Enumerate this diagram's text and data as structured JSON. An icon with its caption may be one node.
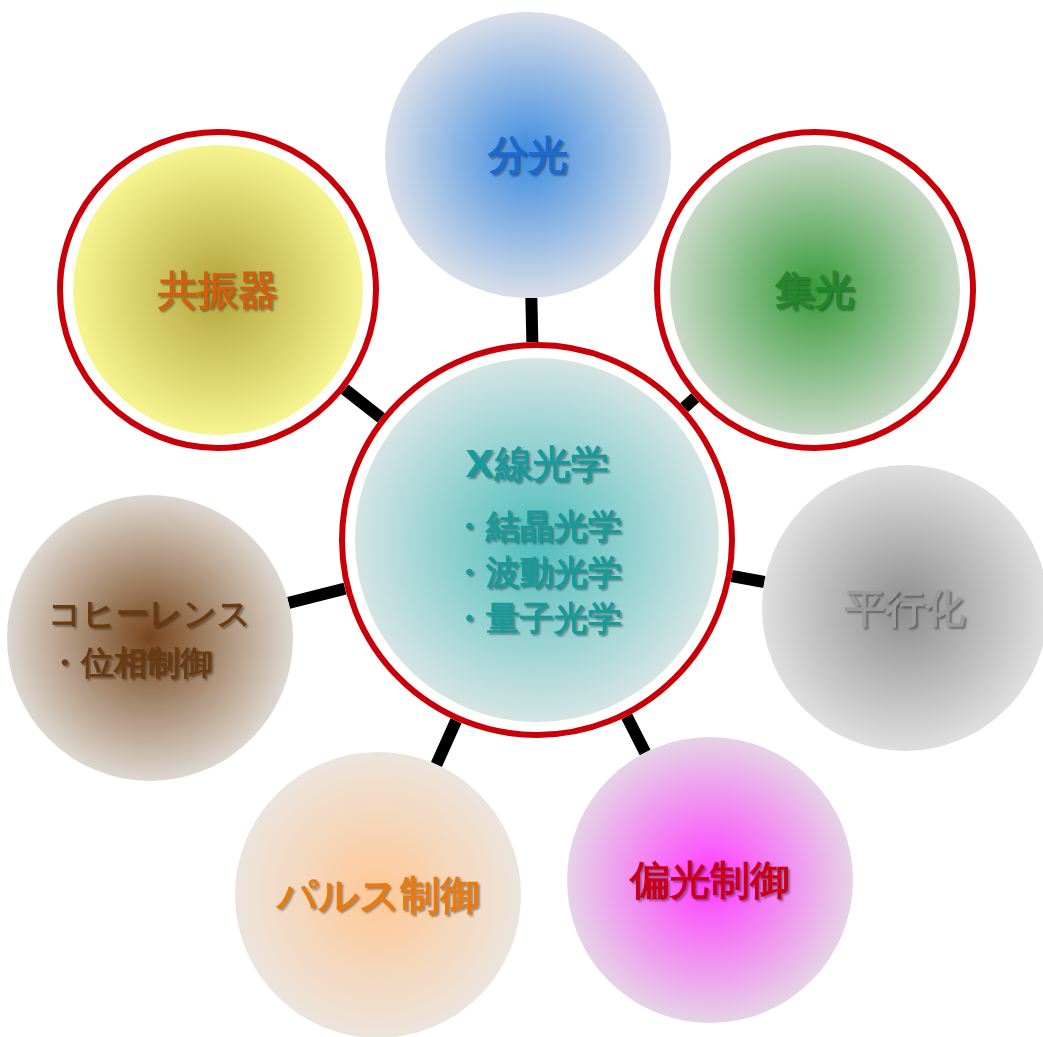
{
  "diagram": {
    "nodes": [
      {
        "text": [
          "X線光学",
          "・結晶光学",
          "・波動光学",
          "・量子光学"
        ]
      },
      {
        "text": [
          "分光"
        ]
      },
      {
        "text": [
          "集光"
        ]
      },
      {
        "text": [
          "平行化"
        ]
      },
      {
        "text": [
          "偏光制御"
        ]
      },
      {
        "text": [
          "パルス制御"
        ]
      },
      {
        "text": [
          "コヒーレンス・位相制御"
        ]
      },
      {
        "text": [
          "共振器"
        ]
      }
    ],
    "edges": [
      {
        "from": 0,
        "to": 1,
        "arrow": "none"
      },
      {
        "from": 0,
        "to": 2,
        "arrow": "none"
      },
      {
        "from": 0,
        "to": 3,
        "arrow": "none"
      },
      {
        "from": 0,
        "to": 4,
        "arrow": "none"
      },
      {
        "from": 0,
        "to": 5,
        "arrow": "none"
      },
      {
        "from": 0,
        "to": 6,
        "arrow": "none"
      },
      {
        "from": 0,
        "to": 7,
        "arrow": "none"
      }
    ]
  }
}
